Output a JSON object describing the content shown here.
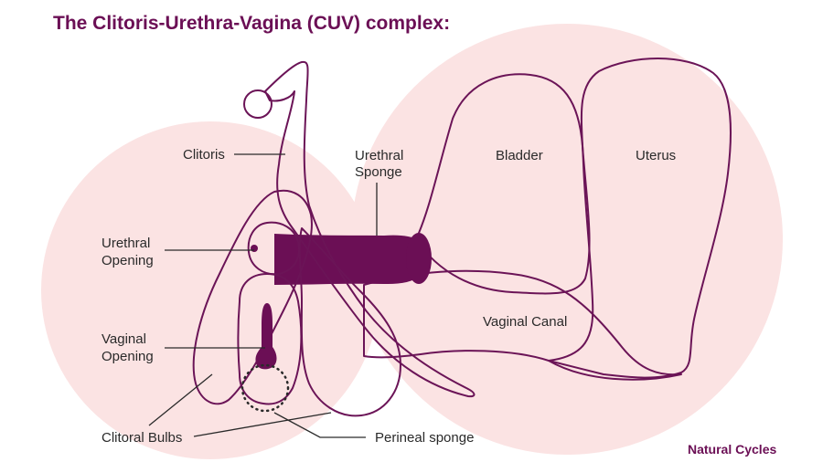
{
  "title": "The Clitoris-Urethra-Vagina (CUV) complex:",
  "brand": "Natural Cycles",
  "labels": {
    "clitoris": "Clitoris",
    "urethral_sponge_line1": "Urethral",
    "urethral_sponge_line2": "Sponge",
    "bladder": "Bladder",
    "uterus": "Uterus",
    "urethral_opening_line1": "Urethral",
    "urethral_opening_line2": "Opening",
    "vaginal_opening_line1": "Vaginal",
    "vaginal_opening_line2": "Opening",
    "vaginal_canal": "Vaginal Canal",
    "clitoral_bulbs": "Clitoral Bulbs",
    "perineal_sponge": "Perineal sponge"
  },
  "colors": {
    "accent": "#6b0f55",
    "background_blob": "#fbe3e3",
    "tissue_fill": "#f0f0f0",
    "outline": "#6b1457"
  }
}
